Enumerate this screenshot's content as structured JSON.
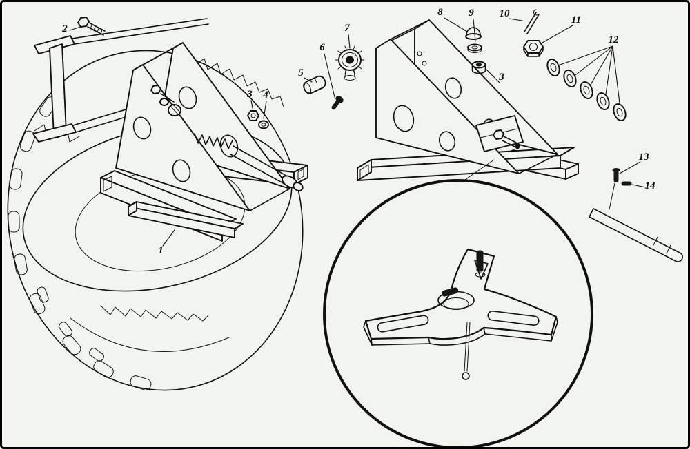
{
  "figure": {
    "kind": "exploded-parts-line-drawing",
    "background_color": "#f2f5ef",
    "line_color": "#101010",
    "frame_color": "#000000"
  },
  "callouts": [
    {
      "label": "1",
      "part": "clamp-bar"
    },
    {
      "label": "2",
      "part": "hex-bolt"
    },
    {
      "label": "3",
      "part": "nut"
    },
    {
      "label": "4",
      "part": "washer"
    },
    {
      "label": "5",
      "part": "barrel-spacer"
    },
    {
      "label": "6",
      "part": "set-bolt"
    },
    {
      "label": "7",
      "part": "sprocket-gear"
    },
    {
      "label": "8",
      "part": "cap"
    },
    {
      "label": "9",
      "part": "washer"
    },
    {
      "label": "10",
      "part": "cotter-pin"
    },
    {
      "label": "11",
      "part": "hex-nut"
    },
    {
      "label": "12",
      "part": "washer-set"
    },
    {
      "label": "3",
      "part": "nut"
    },
    {
      "label": "13",
      "part": "retaining-pin"
    },
    {
      "label": "14",
      "part": "clevis-pin"
    }
  ]
}
